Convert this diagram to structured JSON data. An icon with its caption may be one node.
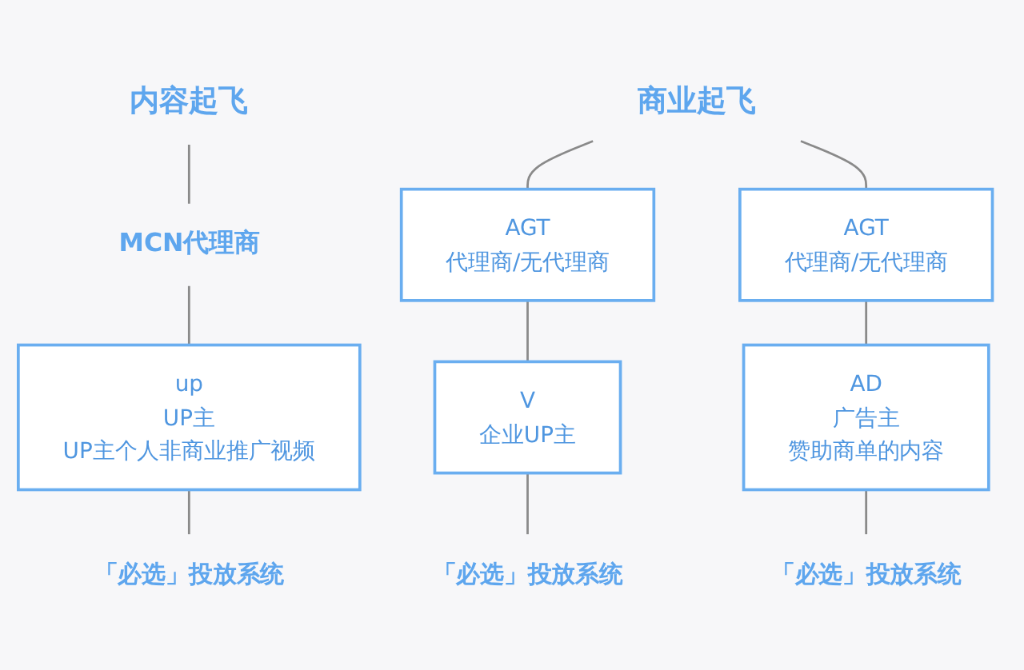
{
  "diagram": {
    "nodes": [
      {
        "text": [
          "内容起飞"
        ]
      },
      {
        "text": [
          "MCN代理商"
        ]
      },
      {
        "text": [
          "up",
          "UP主",
          "UP主个人非商业推广视频"
        ]
      },
      {
        "text": [
          "「必选」投放系统"
        ]
      },
      {
        "text": [
          "商业起飞"
        ]
      },
      {
        "text": [
          "AGT",
          "代理商/无代理商"
        ]
      },
      {
        "text": [
          "V",
          "企业UP主"
        ]
      },
      {
        "text": [
          "「必选」投放系统"
        ]
      },
      {
        "text": [
          "AGT",
          "代理商/无代理商"
        ]
      },
      {
        "text": [
          "AD",
          "广告主",
          "赞助商单的内容"
        ]
      },
      {
        "text": [
          "「必选」投放系统"
        ]
      }
    ],
    "edges": [
      {
        "from": 0,
        "to": 1,
        "arrow": "none"
      },
      {
        "from": 1,
        "to": 2,
        "arrow": "none"
      },
      {
        "from": 2,
        "to": 3,
        "arrow": "none"
      },
      {
        "from": 4,
        "to": 5,
        "arrow": "none"
      },
      {
        "from": 5,
        "to": 6,
        "arrow": "none"
      },
      {
        "from": 6,
        "to": 7,
        "arrow": "none"
      },
      {
        "from": 4,
        "to": 8,
        "arrow": "none"
      },
      {
        "from": 8,
        "to": 9,
        "arrow": "none"
      },
      {
        "from": 9,
        "to": 10,
        "arrow": "none"
      }
    ]
  }
}
